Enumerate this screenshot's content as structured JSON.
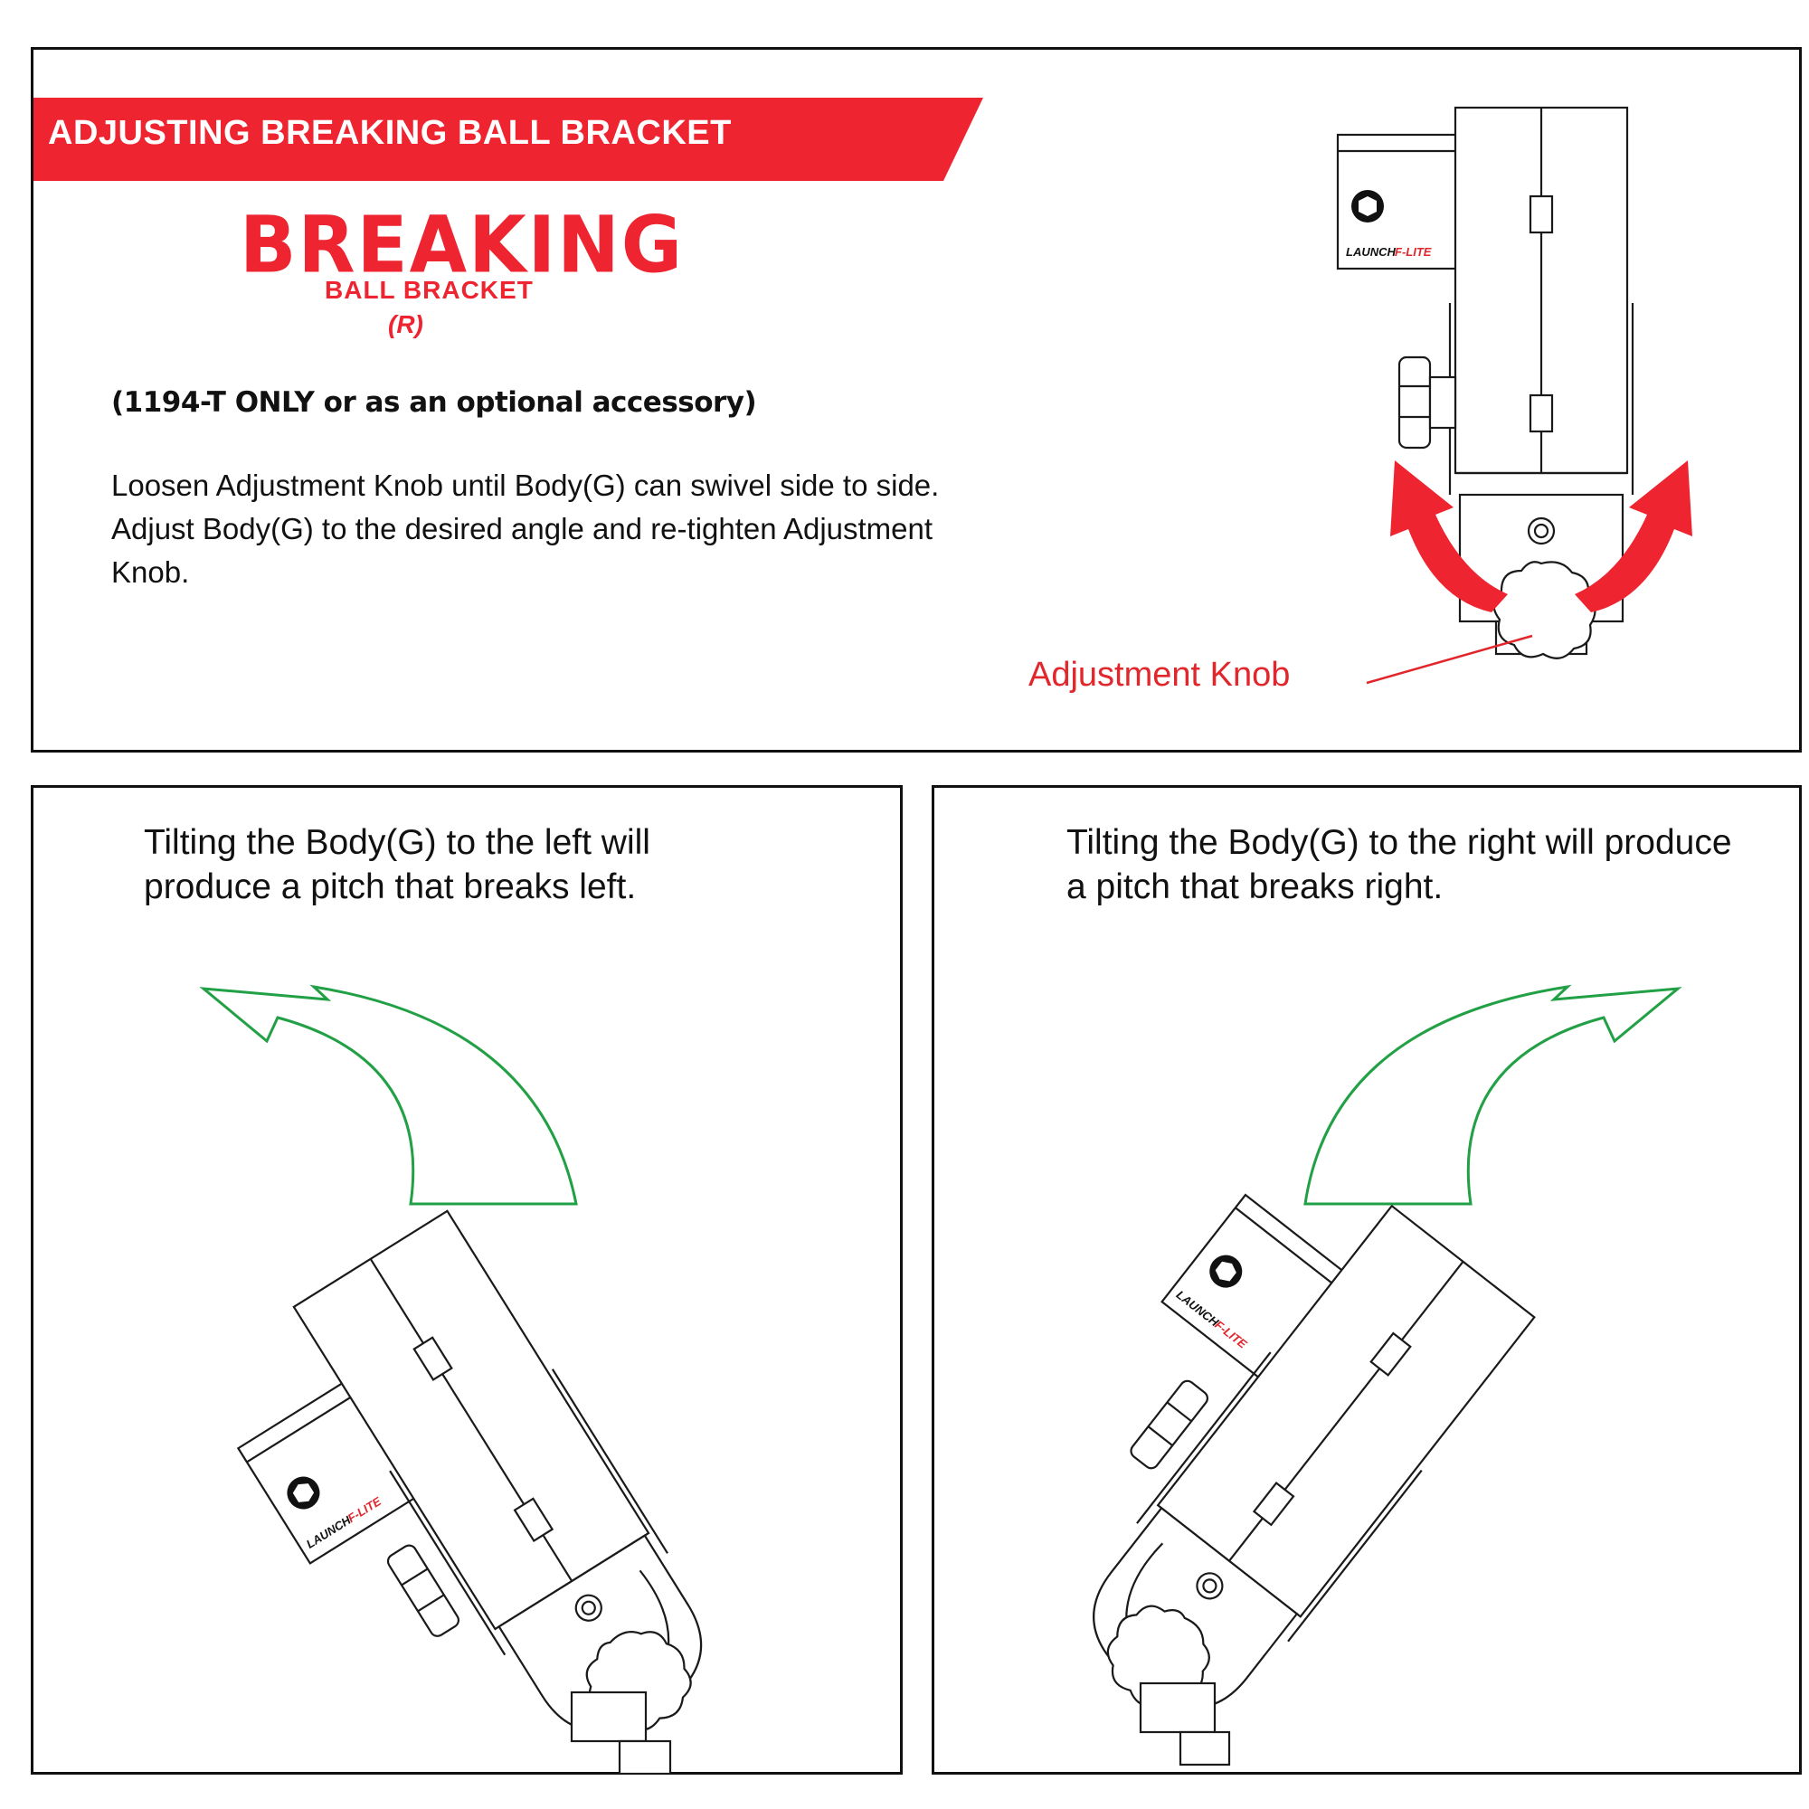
{
  "banner": {
    "title": "ADJUSTING BREAKING BALL BRACKET"
  },
  "logo": {
    "main": "BREAKING",
    "sub": "BALL BRACKET",
    "letter": "(R)"
  },
  "model_note": "(1194-T ONLY or as an optional accessory)",
  "instructions": "Loosen Adjustment Knob until Body(G) can swivel side to side. Adjust Body(G) to the desired angle and re-tighten Adjustment Knob.",
  "callout": {
    "adjustment_knob": "Adjustment Knob"
  },
  "brand": {
    "part_a": "LAUNCH",
    "part_b": "F-LITE"
  },
  "left_panel": {
    "caption": "Tilting the Body(G) to the left will produce a pitch that breaks left."
  },
  "right_panel": {
    "caption": "Tilting the Body(G) to the right will produce a pitch that breaks right."
  },
  "colors": {
    "red": "#ee2430",
    "green": "#22a045",
    "outline": "#111111"
  }
}
